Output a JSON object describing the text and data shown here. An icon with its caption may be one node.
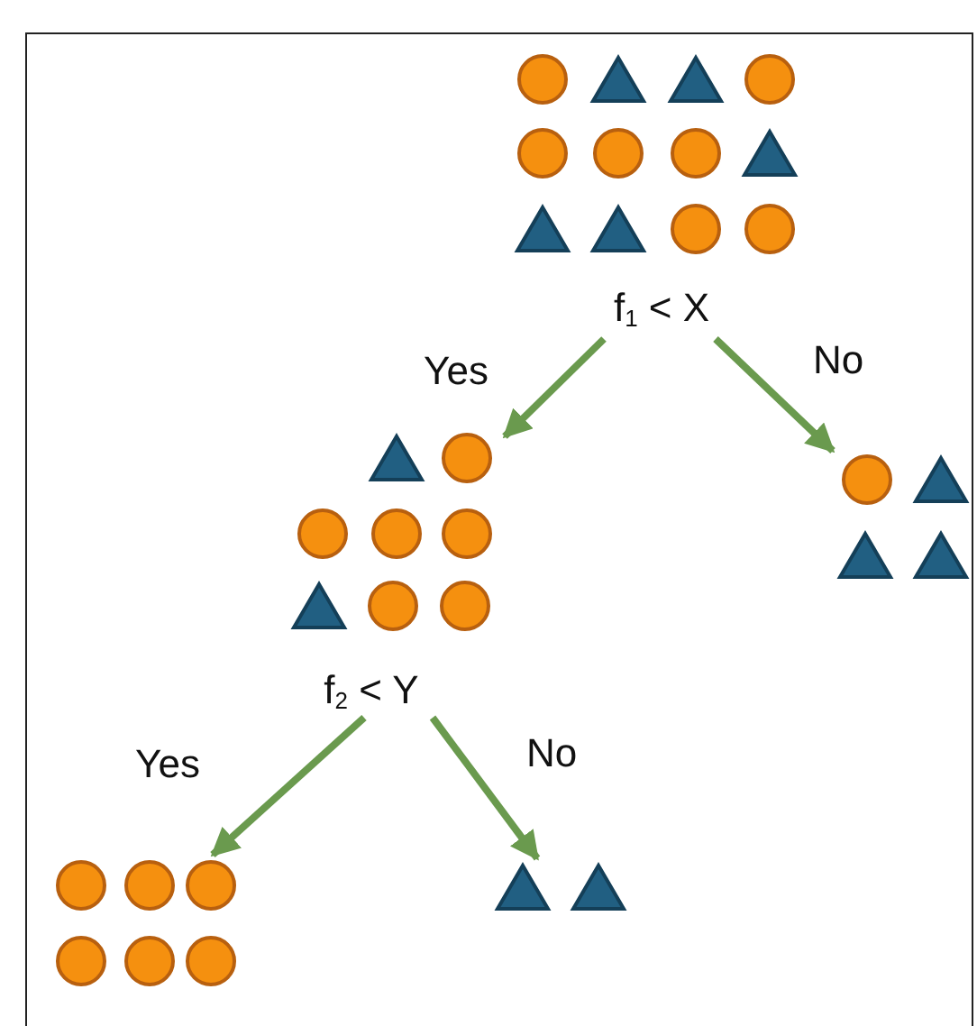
{
  "diagram": {
    "nodes": [
      {
        "text": [
          "f$_{1}$ < X"
        ]
      },
      {
        "text": [
          "f$_{2}$ < Y"
        ]
      },
      {
        "text": [],
        "shape": "picture"
      },
      {
        "text": [],
        "shape": "picture"
      },
      {
        "text": [],
        "shape": "picture"
      }
    ],
    "edges": [
      {
        "from": 0,
        "to": 1,
        "arrow": "to",
        "label": "Yes"
      },
      {
        "from": 0,
        "to": 2,
        "arrow": "to",
        "label": "No"
      },
      {
        "from": 1,
        "to": 3,
        "arrow": "to",
        "label": "Yes"
      },
      {
        "from": 1,
        "to": 4,
        "arrow": "to",
        "label": "No"
      }
    ]
  }
}
